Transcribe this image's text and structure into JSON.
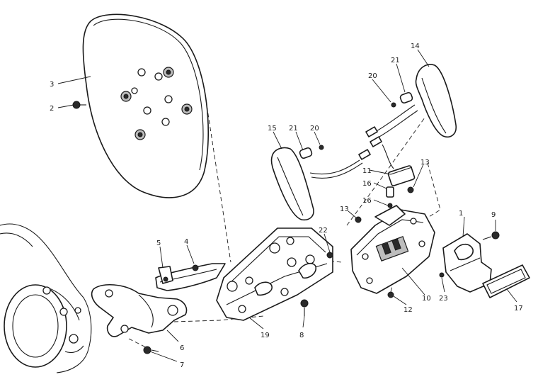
{
  "diagram": {
    "callouts": [
      {
        "key": "c1",
        "text": "1"
      },
      {
        "key": "c2",
        "text": "2"
      },
      {
        "key": "c3",
        "text": "3"
      },
      {
        "key": "c4",
        "text": "4"
      },
      {
        "key": "c5",
        "text": "5"
      },
      {
        "key": "c6",
        "text": "6"
      },
      {
        "key": "c7",
        "text": "7"
      },
      {
        "key": "c8",
        "text": "8"
      },
      {
        "key": "c9",
        "text": "9"
      },
      {
        "key": "c10",
        "text": "10"
      },
      {
        "key": "c11",
        "text": "11"
      },
      {
        "key": "c12",
        "text": "12"
      },
      {
        "key": "c13a",
        "text": "13"
      },
      {
        "key": "c13b",
        "text": "13"
      },
      {
        "key": "c14",
        "text": "14"
      },
      {
        "key": "c15",
        "text": "15"
      },
      {
        "key": "c16a",
        "text": "16"
      },
      {
        "key": "c16b",
        "text": "16"
      },
      {
        "key": "c17",
        "text": "17"
      },
      {
        "key": "c19",
        "text": "19"
      },
      {
        "key": "c20a",
        "text": "20"
      },
      {
        "key": "c20b",
        "text": "20"
      },
      {
        "key": "c21a",
        "text": "21"
      },
      {
        "key": "c21b",
        "text": "21"
      },
      {
        "key": "c22",
        "text": "22"
      },
      {
        "key": "c23",
        "text": "23"
      }
    ]
  }
}
